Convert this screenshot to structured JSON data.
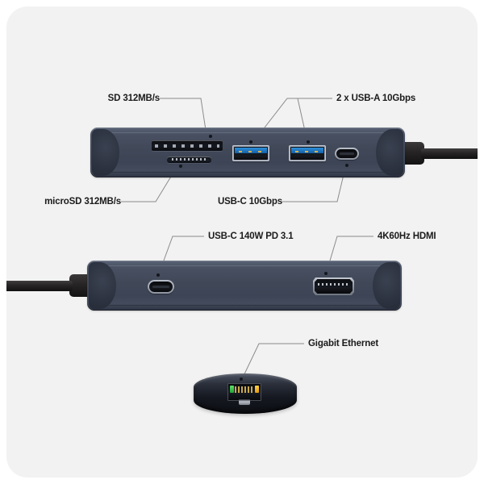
{
  "card": {
    "background": "#f2f2f2",
    "accent_blue": "#1e73bd",
    "body_color": "#414959",
    "cable_color": "#221f1f",
    "led_green": "#22a534",
    "led_amber": "#e09b10"
  },
  "labels": {
    "sd": "SD 312MB/s",
    "usb_a": "2 x USB-A 10Gbps",
    "microsd": "microSD 312MB/s",
    "usb_c_data": "USB-C 10Gbps",
    "usb_c_power": "USB-C 140W PD 3.1",
    "hdmi": "4K60Hz HDMI",
    "ethernet": "Gigabit Ethernet"
  },
  "devices": [
    {
      "name": "hub-front-face",
      "ports": [
        "sd-card-slot",
        "microsd-card-slot",
        "usb-a-port-1",
        "usb-a-port-2",
        "usb-c-data-port"
      ],
      "cable_side": "right"
    },
    {
      "name": "hub-rear-face",
      "ports": [
        "usb-c-power-port",
        "hdmi-port"
      ],
      "cable_side": "left"
    },
    {
      "name": "hub-end-cap",
      "ports": [
        "ethernet-port"
      ],
      "cable_side": "none"
    }
  ],
  "icons": {
    "sd": "sd-card-icon",
    "microsd": "microsd-card-icon",
    "usb_a": "usb-a-icon",
    "usb_c": "usb-c-icon",
    "hdmi": "hdmi-icon",
    "ethernet": "rj45-icon"
  }
}
